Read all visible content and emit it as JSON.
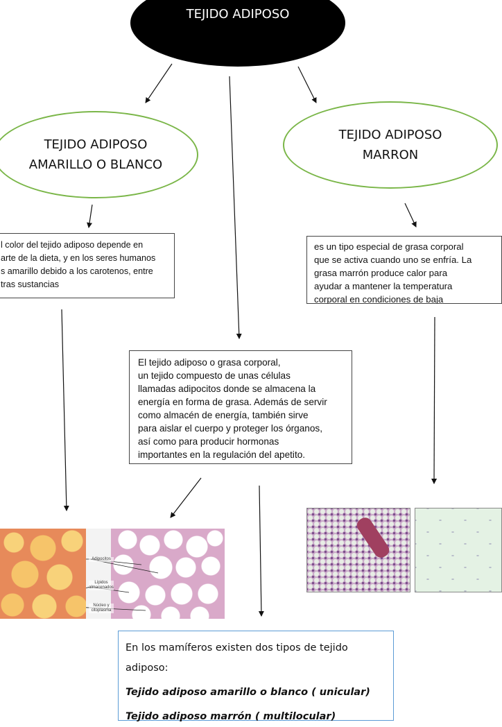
{
  "title": "TEJIDO ADIPOSO",
  "left_node": {
    "line1": "TEJIDO ADIPOSO",
    "line2": "AMARILLO O BLANCO",
    "desc_lines": [
      "l color del tejido adiposo depende en",
      "arte de la dieta, y en los seres humanos",
      "s amarillo debido a los carotenos, entre",
      "tras sustancias"
    ]
  },
  "right_node": {
    "line1": "TEJIDO ADIPOSO",
    "line2": "MARRON",
    "desc_lines": [
      "es un tipo especial de grasa corporal",
      "que se activa cuando uno se enfría. La",
      "grasa marrón produce calor para",
      "ayudar a mantener la temperatura",
      "corporal en condiciones de baja"
    ]
  },
  "center_desc_lines": [
    "El tejido adiposo o grasa corporal,",
    "un tejido compuesto de unas células",
    "llamadas adipocitos donde se almacena la",
    "energía en forma de grasa. Además de servir",
    "como almacén de energía, también sirve",
    "para aislar el cuerpo y proteger los órganos,",
    "así como para producir hormonas",
    "importantes en la regulación del apetito."
  ],
  "bottom": {
    "intro_line1": "En los mamíferos existen dos tipos de tejido",
    "intro_line2": "adiposo:",
    "type1": "Tejido adiposo amarillo o blanco ( unicular)",
    "type2": "Tejido adiposo marrón ( multilocular)"
  },
  "image_labels": {
    "adipocitos": "Adipocitos",
    "lipidos_1": "Lípidos",
    "lipidos_2": "almacenados",
    "nucleo_1": "Núcleo y",
    "nucleo_2": "citoplasma"
  },
  "colors": {
    "title_fill": "#000000",
    "oval_border": "#7ab648",
    "bottom_box_border": "#5b9bd5"
  }
}
